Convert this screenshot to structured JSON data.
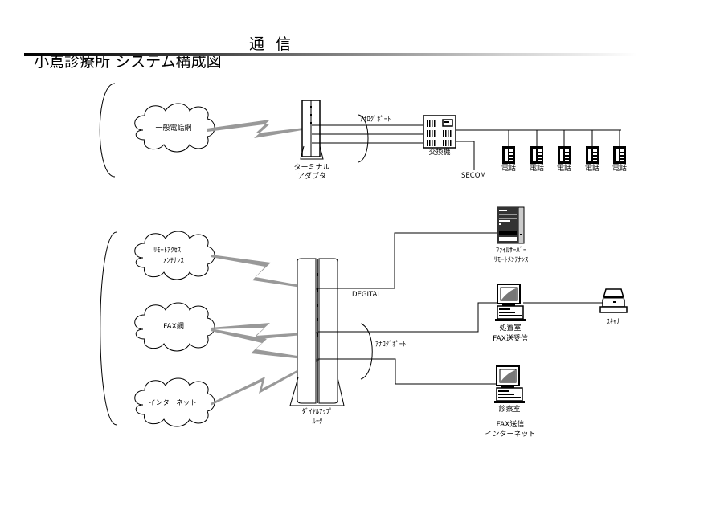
{
  "header": {
    "title": "小嶌診療所 システム構成図",
    "subtitle": "通信"
  },
  "top_section": {
    "cloud": {
      "label": "一般電話網"
    },
    "terminal_adapter": {
      "label_line1": "ターミナル",
      "label_line2": "アダプタ"
    },
    "analog_port_label": "ｱﾅﾛｸﾞﾎﾟｰﾄ",
    "pbx": {
      "label": "交換機"
    },
    "secom_label": "SECOM",
    "phones": [
      {
        "label": "電話"
      },
      {
        "label": "電話"
      },
      {
        "label": "電話"
      },
      {
        "label": "電話"
      },
      {
        "label": "電話"
      }
    ]
  },
  "bottom_section": {
    "clouds": [
      {
        "label_line1": "ﾘﾓｰﾄｱｸｾｽ",
        "label_line2": "ﾒﾝﾃﾅﾝｽ"
      },
      {
        "label_line1": "FAX網",
        "label_line2": ""
      },
      {
        "label_line1": "インターネット",
        "label_line2": ""
      }
    ],
    "router": {
      "label_line1": "ﾀﾞｲﾔﾙｱｯﾌﾟ",
      "label_line2": "ﾙｰﾀ"
    },
    "digital_label": "DEGITAL",
    "analog_port_label": "ｱﾅﾛｸﾞﾎﾟｰﾄ",
    "file_server": {
      "label_line1": "ﾌｧｲﾙｻｰﾊﾞｰ",
      "label_line2": "ﾘﾓｰﾄﾒﾝﾃﾅﾝｽ"
    },
    "pc_treatment": {
      "label_line1": "処置室",
      "label_line2": "FAX送受信"
    },
    "scanner": {
      "label": "ｽｷｬﾅ"
    },
    "pc_exam": {
      "label_line1": "診察室",
      "label_line2": "FAX送信",
      "label_line3": "インターネット"
    }
  }
}
